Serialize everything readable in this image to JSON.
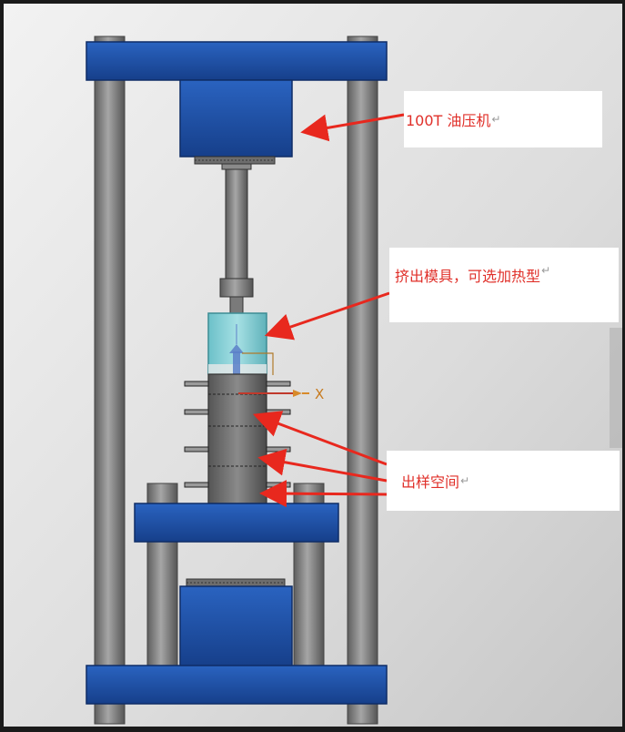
{
  "labels": {
    "press": "100T 油压机",
    "die": "挤出模具，可选加热型",
    "sample": "出样空间",
    "return_mark": "↵"
  },
  "axis_label": "X",
  "colors": {
    "frame_blue": "#1c50a8",
    "column_gray": "#7d7d7d",
    "die_cyan": "#7ecbd2",
    "arrow_red": "#e8281e"
  }
}
